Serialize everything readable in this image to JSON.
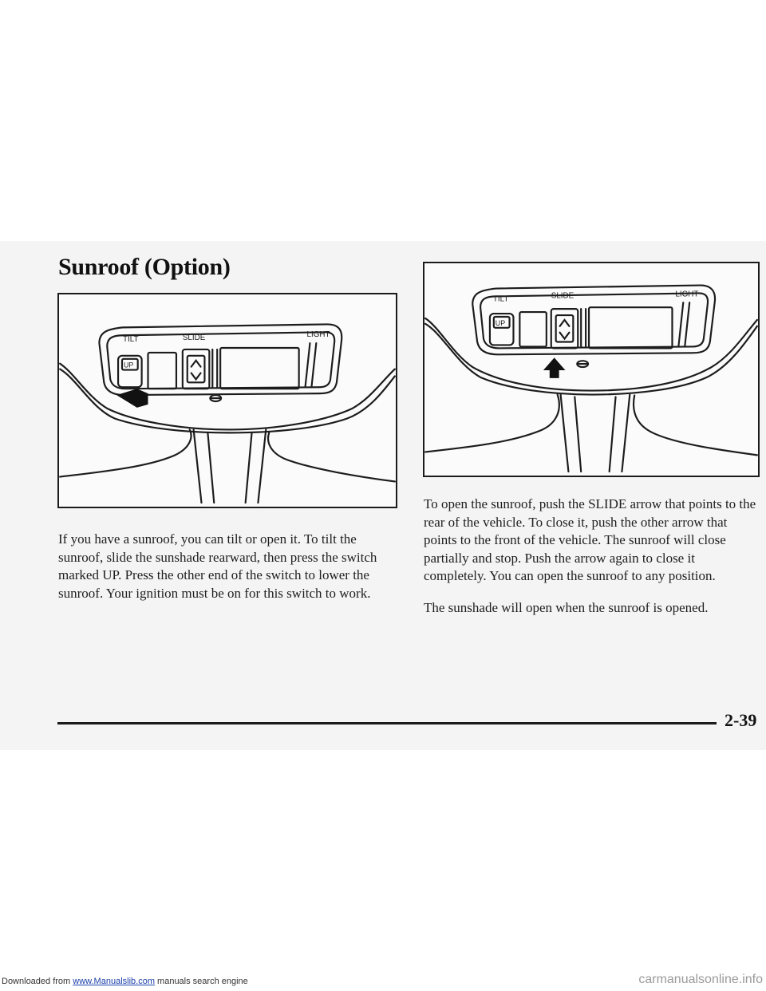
{
  "footer": {
    "prefix": "Downloaded from ",
    "link_text": "www.Manualslib.com",
    "suffix": " manuals search engine"
  },
  "watermark": "carmanualsonline.info",
  "section": {
    "title": "Sunroof (Option)"
  },
  "figures": {
    "left": {
      "tilt": "TILT",
      "slide": "SLIDE",
      "light": "LIGHT",
      "up": "UP"
    },
    "right": {
      "tilt": "TILT",
      "slide": "SLIDE",
      "light": "LIGHT",
      "up": "UP"
    }
  },
  "paragraphs": {
    "left": "If you have a sunroof, you can tilt or open it. To tilt the sunroof, slide the sunshade rearward, then press the switch marked UP. Press the other end of the switch to lower the sunroof. Your ignition must be on for this switch to work.",
    "right1": "To open the sunroof, push the SLIDE arrow that points to the rear of the vehicle. To close it, push the other arrow that points to the front of the vehicle. The sunroof will close partially and stop. Push the arrow again to close it completely. You can open the sunroof to any position.",
    "right2": "The sunshade will open when the sunroof is opened."
  },
  "page_number": "2-39"
}
